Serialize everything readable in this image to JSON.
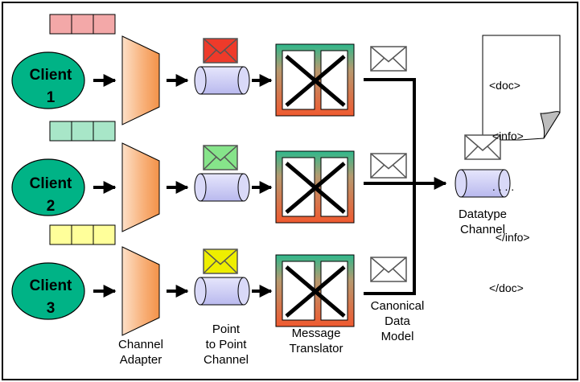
{
  "colors": {
    "client_fill": "#00b386",
    "adapter_fill": "#f6a56b",
    "channel_fill": "#c9c9f5",
    "translator_fill": "#f05a30",
    "translator_accent": "#2fb98c",
    "border": "#000000"
  },
  "clients": [
    {
      "line1": "Client",
      "line2": "1",
      "format_color": "#f3a8a8",
      "envelope_color": "#ee3a2a"
    },
    {
      "line1": "Client",
      "line2": "2",
      "format_color": "#a8e6c8",
      "envelope_color": "#86e48a"
    },
    {
      "line1": "Client",
      "line2": "3",
      "format_color": "#ffff9a",
      "envelope_color": "#eeee00"
    }
  ],
  "labels": {
    "channel_adapter": [
      "Channel",
      "Adapter"
    ],
    "point_to_point": [
      "Point",
      "to Point",
      "Channel"
    ],
    "message_translator": [
      "Message",
      "Translator"
    ],
    "canonical_data_model": [
      "Canonical",
      "Data",
      "Model"
    ],
    "datatype_channel": [
      "Datatype",
      "Channel"
    ]
  },
  "document_lines": [
    "<doc>",
    " <info>",
    " . . . .",
    "  </info>",
    "</doc>"
  ],
  "icons": {
    "adapter": "trapezoid-icon",
    "channel": "cylinder-icon",
    "envelope": "envelope-icon",
    "translator": "translator-x-icon",
    "document": "document-icon"
  }
}
